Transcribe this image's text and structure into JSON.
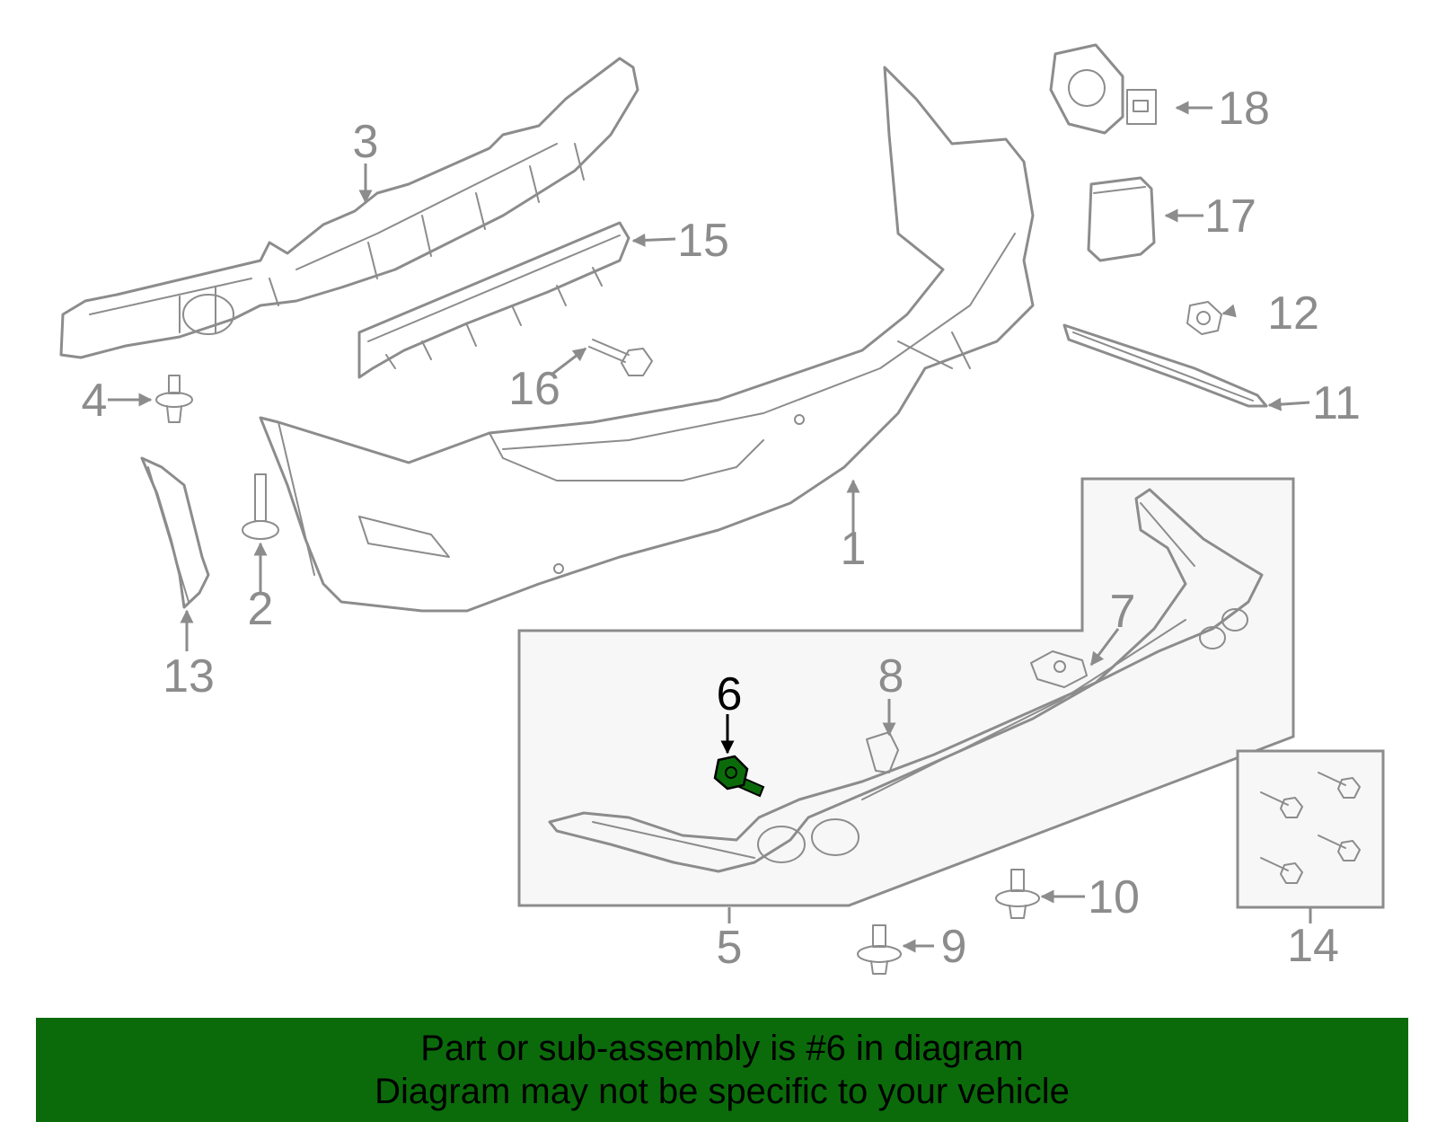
{
  "callouts": {
    "p1": "1",
    "p2": "2",
    "p3": "3",
    "p4": "4",
    "p5": "5",
    "p6": "6",
    "p7": "7",
    "p8": "8",
    "p9": "9",
    "p10": "10",
    "p11": "11",
    "p12": "12",
    "p13": "13",
    "p14": "14",
    "p15": "15",
    "p16": "16",
    "p17": "17",
    "p18": "18"
  },
  "highlight": {
    "part": "6",
    "color": "#0b6b0b"
  },
  "banner": {
    "line1": "Part or sub-assembly is #6 in diagram",
    "line2": "Diagram may not be specific to your vehicle"
  },
  "colors": {
    "line": "#8c8c8c",
    "banner_bg": "#0b6b0b",
    "highlight_label": "#000000"
  }
}
